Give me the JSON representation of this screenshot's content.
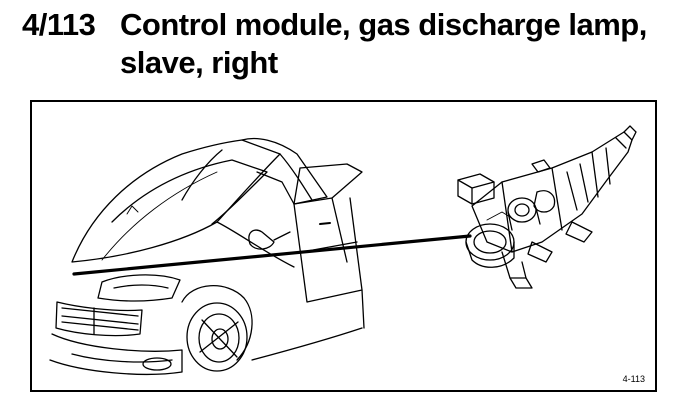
{
  "header": {
    "ref_code": "4/113",
    "title_line1": "Control module, gas discharge lamp,",
    "title_line2": "slave, right"
  },
  "figure": {
    "label": "4-113",
    "icons": [
      "car-front-illustration",
      "headlamp-assembly-illustration",
      "leader-line"
    ]
  }
}
